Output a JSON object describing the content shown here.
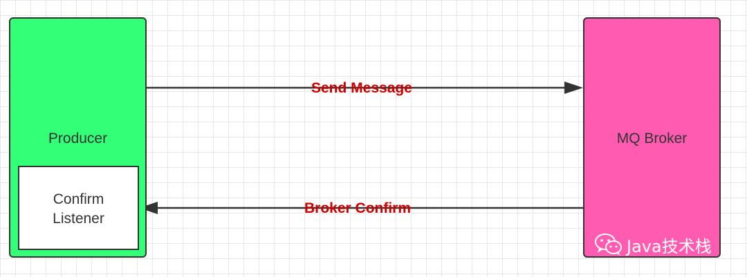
{
  "producer": {
    "label": "Producer",
    "color": "#33ff77"
  },
  "listener": {
    "line1": "Confirm",
    "line2": "Listener"
  },
  "broker": {
    "label": "MQ Broker",
    "color": "#ff5cb1"
  },
  "arrows": {
    "send": "Send Message",
    "confirm": "Broker Confirm",
    "label_color": "#cc0000"
  },
  "watermark": {
    "icon": "wechat-icon",
    "text": "Java技术栈"
  }
}
